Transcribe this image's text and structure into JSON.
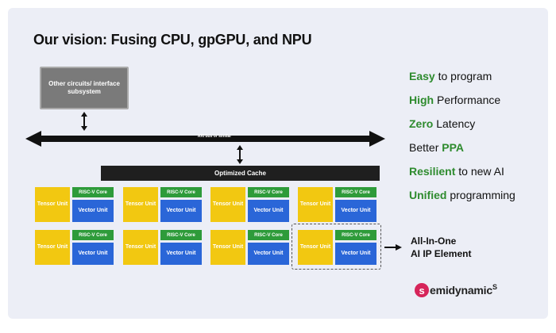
{
  "title": "Our vision: Fusing CPU, gpGPU, and NPU",
  "other_circuits": "Other circuits/ interface subsystem",
  "bus_label": "AXI bus or similar",
  "cache_label": "Optimized Cache",
  "core": {
    "tensor": "Tensor Unit",
    "riscv": "RISC-V Core",
    "vector": "Vector Unit"
  },
  "all_in_one": {
    "line1": "All-In-One",
    "line2": "AI IP Element"
  },
  "features": [
    {
      "hl": "Easy",
      "rest": " to program"
    },
    {
      "hl": "High",
      "rest": " Performance"
    },
    {
      "hl": "Zero",
      "rest": " Latency"
    },
    {
      "pre": "Better ",
      "hl": "PPA"
    },
    {
      "hl": "Resilient",
      "rest": " to new AI"
    },
    {
      "hl": "Unified",
      "rest": " programming"
    }
  ],
  "logo": {
    "mark": "s",
    "text": "emidynamic",
    "sup": "S"
  },
  "colors": {
    "tensor": "#f2c811",
    "riscv": "#2e9b3a",
    "vector": "#2a66d8",
    "highlight": "#2e8b2e",
    "logo": "#d6245a"
  }
}
